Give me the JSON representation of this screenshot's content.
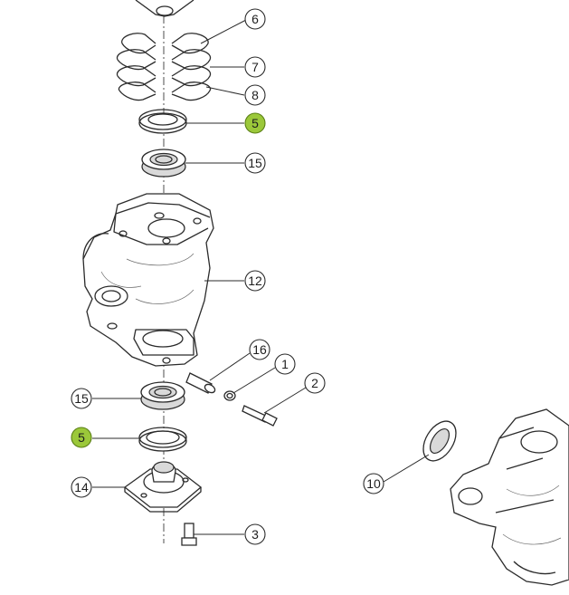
{
  "colors": {
    "highlight": "#9bc83a",
    "line": "#2b2b2b",
    "background": "#ffffff"
  },
  "callouts": [
    {
      "id": "c6",
      "label": "6",
      "highlighted": false
    },
    {
      "id": "c7",
      "label": "7",
      "highlighted": false
    },
    {
      "id": "c8",
      "label": "8",
      "highlighted": false
    },
    {
      "id": "c5top",
      "label": "5",
      "highlighted": true
    },
    {
      "id": "c15a",
      "label": "15",
      "highlighted": false
    },
    {
      "id": "c12",
      "label": "12",
      "highlighted": false
    },
    {
      "id": "c16",
      "label": "16",
      "highlighted": false
    },
    {
      "id": "c1",
      "label": "1",
      "highlighted": false
    },
    {
      "id": "c2",
      "label": "2",
      "highlighted": false
    },
    {
      "id": "c15b",
      "label": "15",
      "highlighted": false
    },
    {
      "id": "c5bot",
      "label": "5",
      "highlighted": true
    },
    {
      "id": "c14",
      "label": "14",
      "highlighted": false
    },
    {
      "id": "c3",
      "label": "3",
      "highlighted": false
    },
    {
      "id": "c10",
      "label": "10",
      "highlighted": false
    }
  ]
}
